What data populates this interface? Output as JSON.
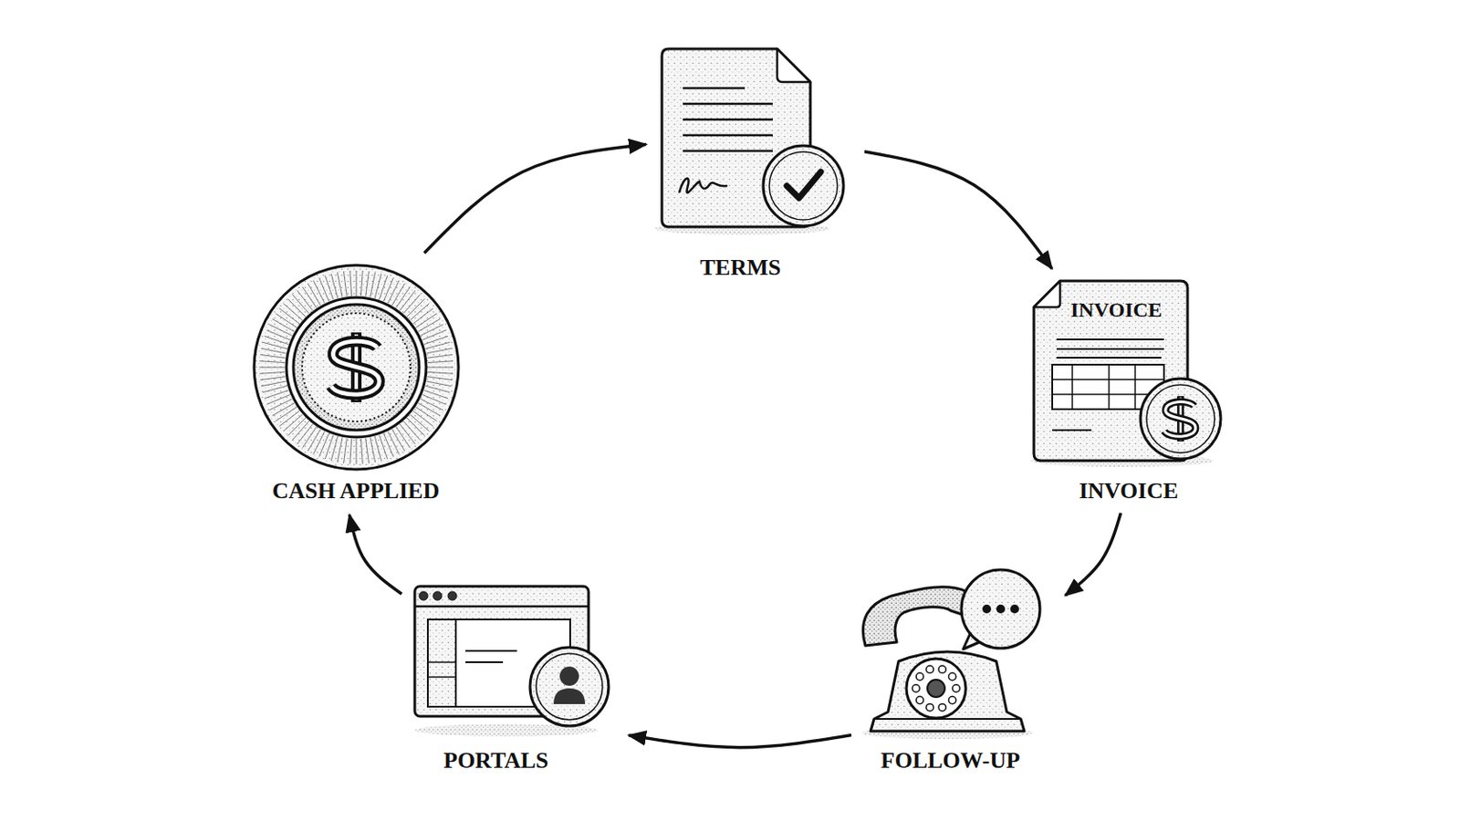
{
  "diagram": {
    "nodes": [
      {
        "text": [
          "TERMS"
        ]
      },
      {
        "text": [
          "INVOICE"
        ]
      },
      {
        "text": [
          "FOLLOW-UP"
        ]
      },
      {
        "text": [
          "PORTALS"
        ]
      },
      {
        "text": [
          "CASH APPLIED"
        ]
      }
    ],
    "edges": [
      {
        "from": 0,
        "to": 1,
        "arrow": "to"
      },
      {
        "from": 1,
        "to": 2,
        "arrow": "to"
      },
      {
        "from": 2,
        "to": 3,
        "arrow": "to"
      },
      {
        "from": 3,
        "to": 4,
        "arrow": "to"
      },
      {
        "from": 4,
        "to": 0,
        "arrow": "to"
      }
    ],
    "labels": [
      "INVOICE"
    ]
  }
}
